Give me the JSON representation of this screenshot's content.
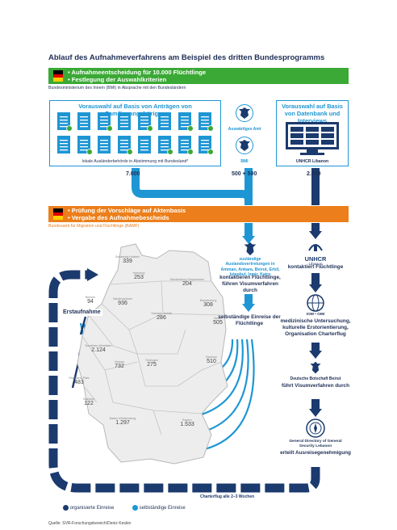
{
  "title": "Ablauf des Aufnahmeverfahrens am Beispiel des dritten Bundesprogramms",
  "step1": {
    "lines": [
      "• Aufnahmeentscheidung für 10.000 Flüchtlinge",
      "• Festlegung der Auswahlkriterien"
    ],
    "authority": "Bundesministerium des Innern (BMI) in Absprache mit den Bundesländern"
  },
  "selection": {
    "family_box_title": "Vorauswahl auf Basis von Anträgen von Familienangehörigen",
    "family_box_caption": "lokale Ausländerbehörde in Abstimmung mit Bundesland*",
    "auswaertiges_amt": "Auswärtiges Amt",
    "bmi": "BMI",
    "unhcr_box_title": "Vorauswahl auf Basis von Datenbank und Interviews",
    "unhcr_box_caption": "UNHCR Libanon",
    "count_family": "7.000",
    "count_bmi": "500 + 500",
    "count_unhcr": "2.000"
  },
  "step2": {
    "lines": [
      "• Prüfung der Vorschläge auf Aktenbasis",
      "• Vergabe des Aufnahmebescheids"
    ],
    "authority": "Bundesamt für Migration und Flüchtlinge (BAMF)"
  },
  "middle": {
    "embassies": "zuständige Auslandsvertretungen in Amman, Ankara, Beirut, Erbil, Istanbul, Izmir, Kairo",
    "embassies_action": "kontaktieren Flüchtlinge, führen Visumverfahren durch",
    "self_entry": "selbständige Einreise der Flüchtlinge"
  },
  "right": {
    "unhcr_logo": "UNHCR",
    "unhcr_sub": "Libanon",
    "unhcr_action": "kontaktiert Flüchtlinge",
    "iom": "IOM • OIM",
    "iom_action": "medizinische Untersuchung, kulturelle Erstorientierung, Organisation Charterflug",
    "embassy": "Deutsche Botschaft Beirut",
    "embassy_action": "führt Visumverfahren durch",
    "gs": "General Directory of General Security Lebanon",
    "gs_action": "erteilt Ausreisegenehmigung"
  },
  "map": {
    "erstaufnahme": "Erstaufnahme",
    "states": [
      {
        "name": "Schleswig-Holstein",
        "value": "339"
      },
      {
        "name": "Hamburg",
        "value": "253"
      },
      {
        "name": "Mecklenburg-Vorpommern",
        "value": "204"
      },
      {
        "name": "Bremen",
        "value": "94"
      },
      {
        "name": "Niedersachsen",
        "value": "936"
      },
      {
        "name": "Brandenburg",
        "value": "308"
      },
      {
        "name": "Berlin",
        "value": "505"
      },
      {
        "name": "Sachsen-Anhalt",
        "value": "286"
      },
      {
        "name": "Nordrhein-Westfalen",
        "value": "2.124"
      },
      {
        "name": "Hessen",
        "value": "732"
      },
      {
        "name": "Thüringen",
        "value": "275"
      },
      {
        "name": "Sachsen",
        "value": "510"
      },
      {
        "name": "Rheinland-Pfalz",
        "value": "483"
      },
      {
        "name": "Saarland",
        "value": "122"
      },
      {
        "name": "Baden-Württemberg",
        "value": "1.297"
      },
      {
        "name": "Bayern",
        "value": "1.533"
      }
    ]
  },
  "charter": "Charterflug alle 2–3 Wochen",
  "legend": {
    "organized": "organisierte Einreise",
    "self": "selbständige Einreise"
  },
  "source": "Quelle: SVR-Forschungsbereich/Deniz Keskin",
  "colors": {
    "green": "#3aa935",
    "orange": "#ec7f1b",
    "dark": "#1b3a6e",
    "light": "#1e96d4"
  }
}
